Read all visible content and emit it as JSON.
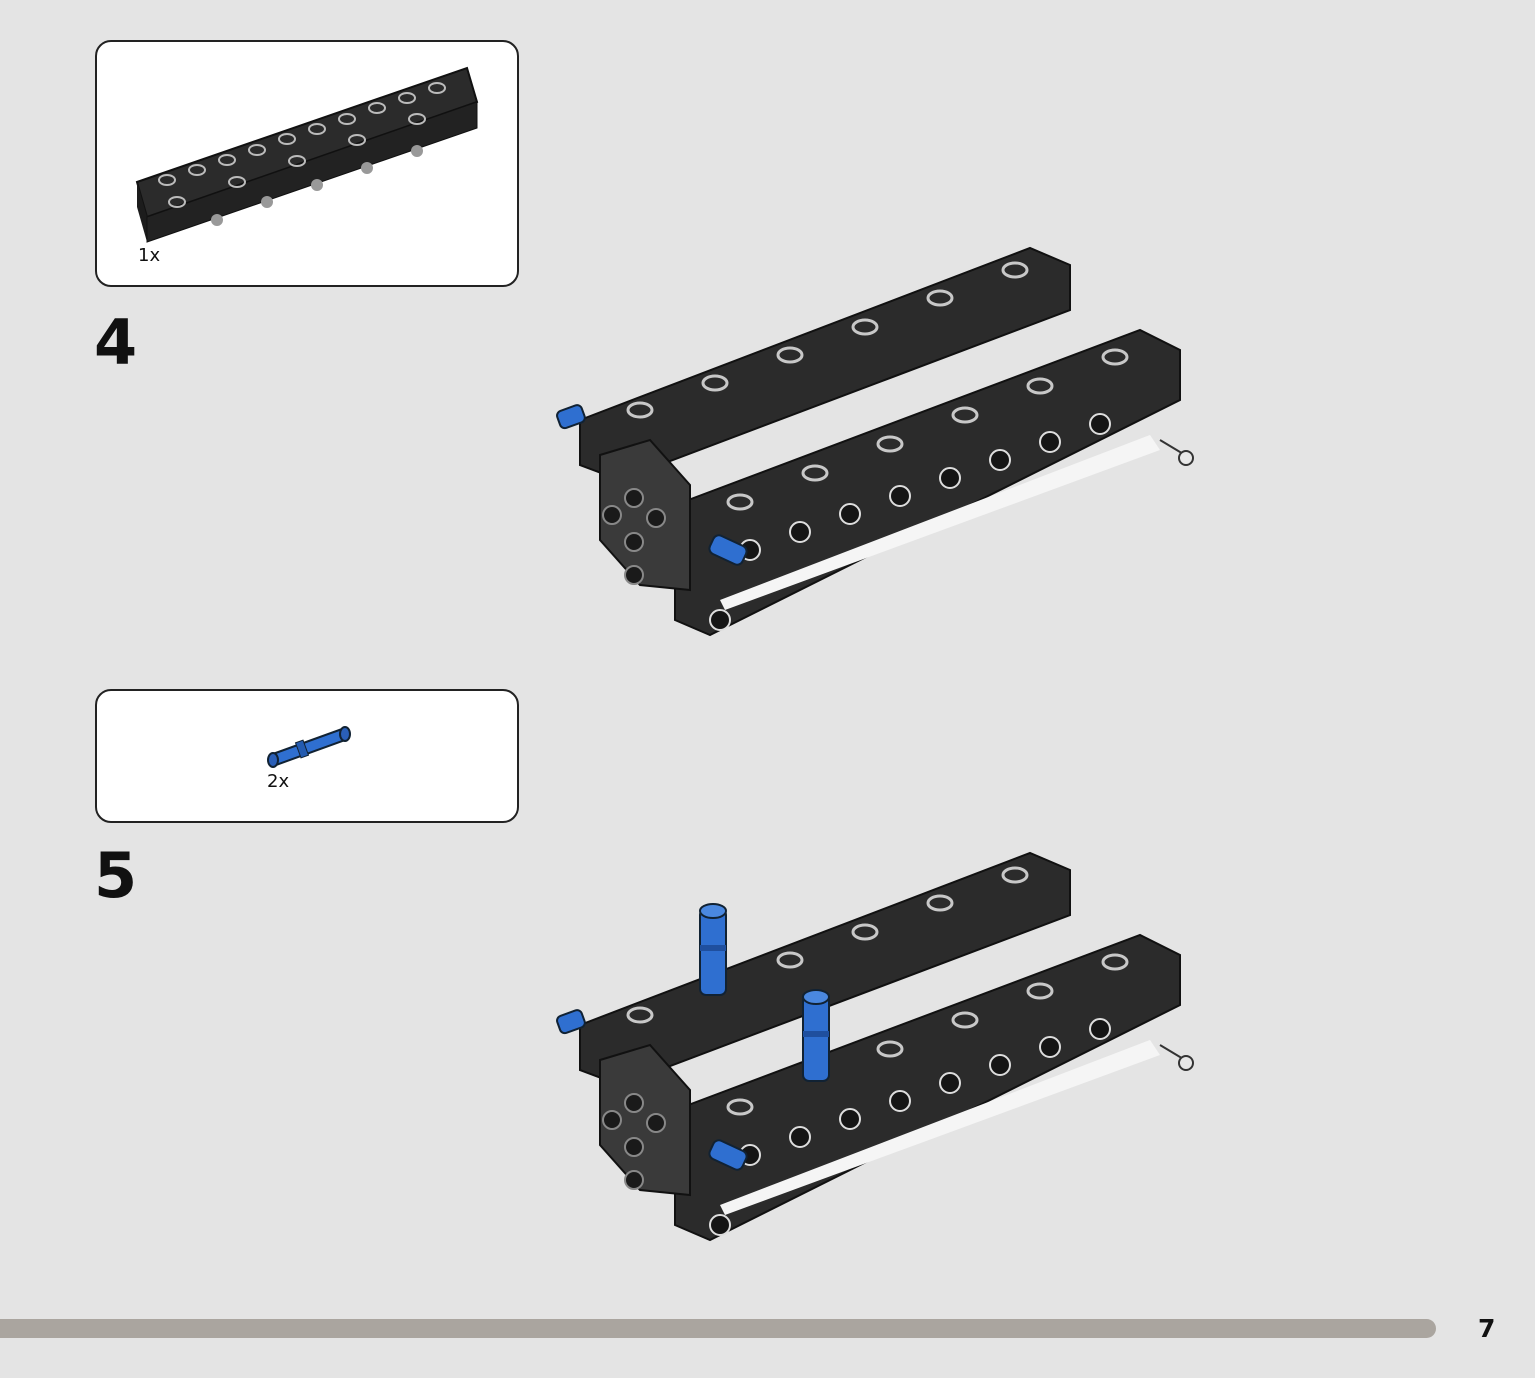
{
  "steps": [
    {
      "number": "4",
      "parts": [
        {
          "quantity": "1x",
          "part": "beam-frame"
        }
      ]
    },
    {
      "number": "5",
      "parts": [
        {
          "quantity": "2x",
          "part": "blue-pin"
        }
      ]
    }
  ],
  "page_number": "7",
  "colors": {
    "background": "#e4e4e4",
    "beam": "#2b2b2b",
    "pin": "#2f6fd0",
    "progress_bar": "#aaa59f"
  }
}
